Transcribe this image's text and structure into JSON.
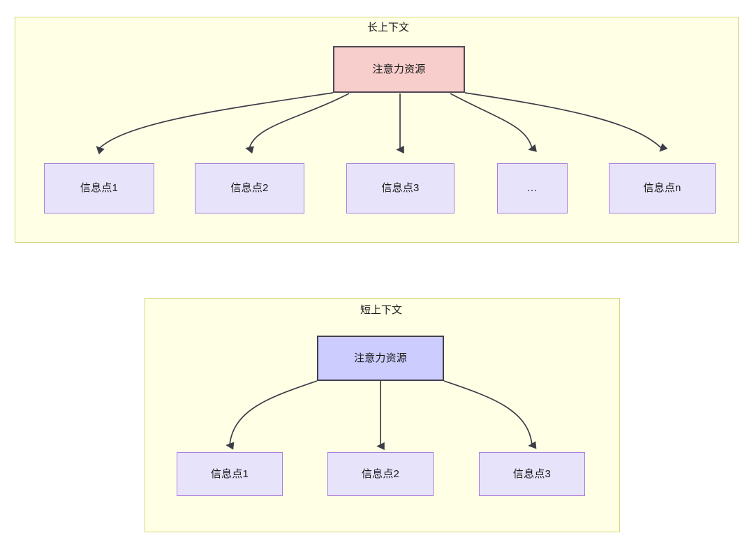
{
  "diagram": {
    "type": "flow-diagram",
    "background": "#ffffff",
    "colors": {
      "container_fill": "#ffffe6",
      "container_border": "#d6d67a",
      "attention_long_fill": "#f8cecc",
      "attention_long_border": "#4f4a52",
      "attention_short_fill": "#ccccff",
      "attention_short_border": "#41404a",
      "info_fill": "#e7e3fb",
      "info_border": "#a97ee0",
      "edge": "#3d3d47",
      "text": "#1a1a1a"
    },
    "sections": [
      {
        "id": "long-context",
        "title": "长上下文",
        "root": {
          "label": "注意力资源"
        },
        "leaves": [
          {
            "label": "信息点1"
          },
          {
            "label": "信息点2"
          },
          {
            "label": "信息点3"
          },
          {
            "label": "..."
          },
          {
            "label": "信息点n"
          }
        ]
      },
      {
        "id": "short-context",
        "title": "短上下文",
        "root": {
          "label": "注意力资源"
        },
        "leaves": [
          {
            "label": "信息点1"
          },
          {
            "label": "信息点2"
          },
          {
            "label": "信息点3"
          }
        ]
      }
    ]
  }
}
